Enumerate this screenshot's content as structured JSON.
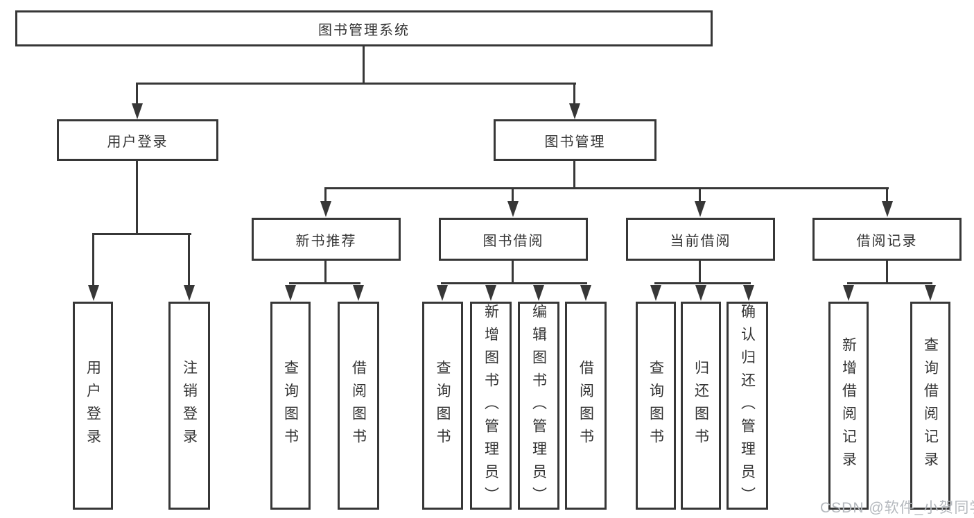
{
  "diagram": {
    "title": "图书管理系统",
    "branches": [
      {
        "label": "用户登录",
        "children": [
          {
            "label": "用户登录"
          },
          {
            "label": "注销登录"
          }
        ]
      },
      {
        "label": "图书管理",
        "children": [
          {
            "label": "新书推荐",
            "children": [
              {
                "label": "查询图书"
              },
              {
                "label": "借阅图书"
              }
            ]
          },
          {
            "label": "图书借阅",
            "children": [
              {
                "label": "查询图书"
              },
              {
                "label": "新增图书（管理员）"
              },
              {
                "label": "编辑图书（管理员）"
              },
              {
                "label": "借阅图书"
              }
            ]
          },
          {
            "label": "当前借阅",
            "children": [
              {
                "label": "查询图书"
              },
              {
                "label": "归还图书"
              },
              {
                "label": "确认归还（管理员）"
              }
            ]
          },
          {
            "label": "借阅记录",
            "children": [
              {
                "label": "新增借阅记录"
              },
              {
                "label": "查询借阅记录"
              }
            ]
          }
        ]
      }
    ],
    "watermark": "CSDN @软件_小贺同学",
    "colors": {
      "border": "#373737",
      "text": "#333333",
      "watermark": "#b4b8bd",
      "background": "#ffffff"
    }
  }
}
